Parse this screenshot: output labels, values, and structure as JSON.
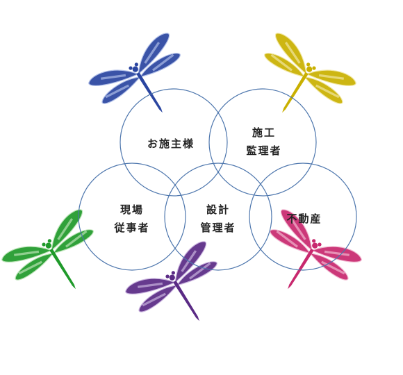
{
  "diagram": {
    "nodes": [
      {
        "id": "owner",
        "lines": [
          "お施主様"
        ]
      },
      {
        "id": "supervisor",
        "lines": [
          "施工",
          "監理者"
        ]
      },
      {
        "id": "workers",
        "lines": [
          "現場",
          "従事者"
        ]
      },
      {
        "id": "designer",
        "lines": [
          "設計",
          "管理者"
        ]
      },
      {
        "id": "realestate",
        "lines": [
          "不動産"
        ]
      }
    ],
    "dragonflies": [
      {
        "id": "blue",
        "color": "#2a45a0",
        "light": "#aebde8"
      },
      {
        "id": "yellow",
        "color": "#c9b000",
        "light": "#f1e7a0"
      },
      {
        "id": "green",
        "color": "#1f9a2a",
        "light": "#b9e3b4"
      },
      {
        "id": "purple",
        "color": "#5a2a85",
        "light": "#c9b3df"
      },
      {
        "id": "pink",
        "color": "#c8286e",
        "light": "#f1b6cf"
      }
    ],
    "circle_color": "#4d76ad"
  }
}
